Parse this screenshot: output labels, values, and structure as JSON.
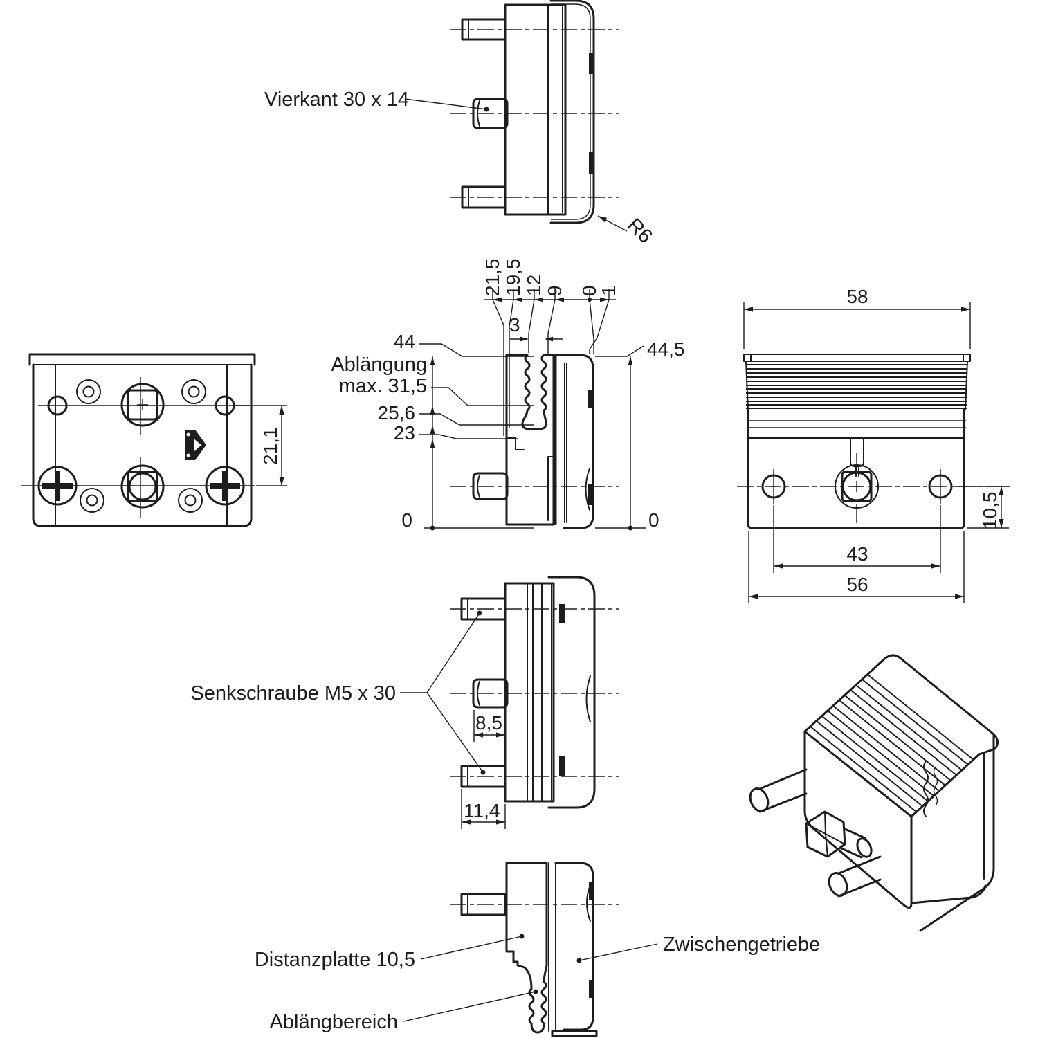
{
  "drawing": {
    "title": "technical-drawing",
    "ink": "#1d1d1b",
    "background": "#ffffff",
    "labels": {
      "vierkant": "Vierkant 30 x 14",
      "r6": "R6",
      "ablaengung_line1": "Ablängung",
      "ablaengung_line2": "max. 31,5",
      "senkschraube": "Senkschraube M5 x 30",
      "distanzplatte": "Distanzplatte 10,5",
      "zwischengetriebe": "Zwischengetriebe",
      "ablaengbereich": "Ablängbereich"
    },
    "dims": {
      "chain": [
        "21,5",
        "19,5",
        "12",
        "9",
        "0",
        "1"
      ],
      "d3": "3",
      "d44": "44",
      "d25_6": "25,6",
      "d23": "23",
      "zero_left": "0",
      "d44_5": "44,5",
      "zero_right": "0",
      "d58": "58",
      "d10_5": "10,5",
      "d43": "43",
      "d56": "56",
      "d21_1": "21,1",
      "d8_5": "8,5",
      "d11_4": "11,4"
    }
  }
}
